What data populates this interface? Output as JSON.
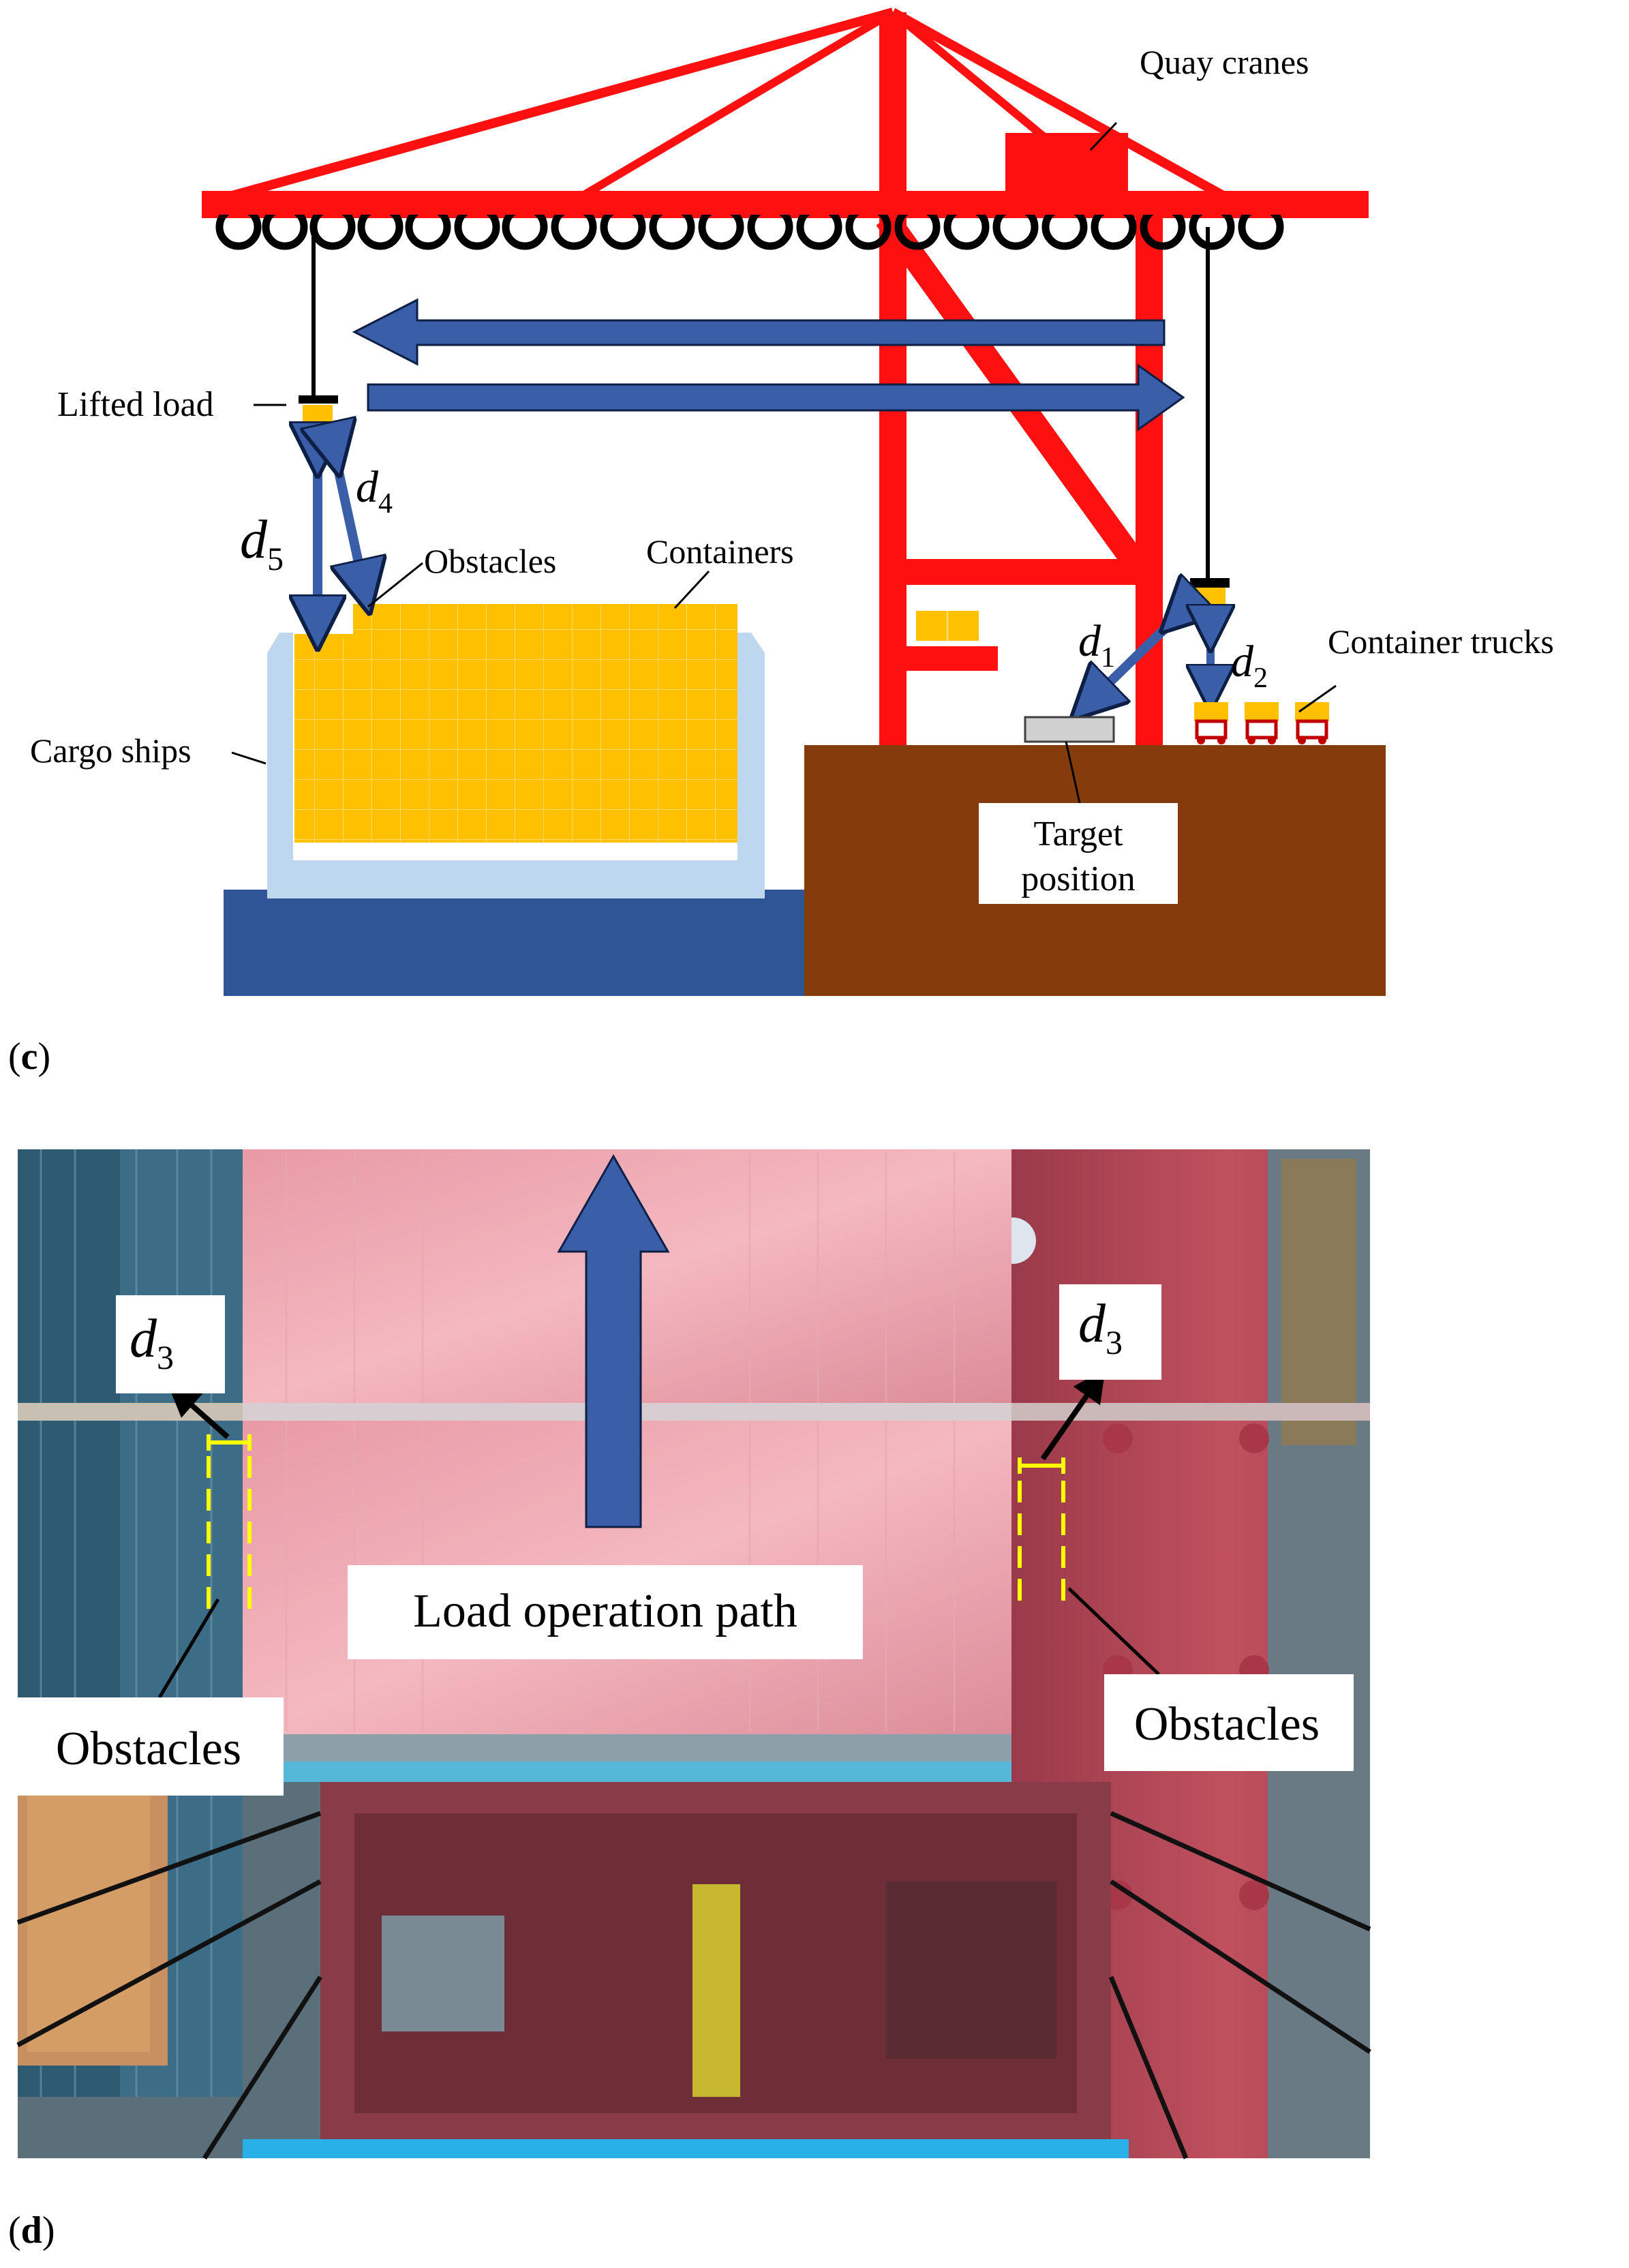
{
  "panel_c": {
    "label_open": "(",
    "label_letter": "c",
    "label_close": ")",
    "quay_cranes": "Quay cranes",
    "lifted_load": "Lifted load",
    "obstacles": "Obstacles",
    "containers": "Containers",
    "cargo_ships": "Cargo ships",
    "container_trucks": "Container trucks",
    "target_position_line1": "Target",
    "target_position_line2": "position",
    "d1": {
      "base": "d",
      "sub": "1"
    },
    "d2": {
      "base": "d",
      "sub": "2"
    },
    "d4": {
      "base": "d",
      "sub": "4"
    },
    "d5": {
      "base": "d",
      "sub": "5"
    }
  },
  "panel_d": {
    "label_open": "(",
    "label_letter": "d",
    "label_close": ")",
    "d3_left": {
      "base": "d",
      "sub": "3"
    },
    "d3_right": {
      "base": "d",
      "sub": "3"
    },
    "load_operation_path": "Load operation path",
    "obstacles_left": "Obstacles",
    "obstacles_right": "Obstacles"
  },
  "colors": {
    "crane_red": "#ff1010",
    "arrow_blue": "#3a5ea8",
    "container_yellow": "#ffc000",
    "ship_light_blue": "#bdd7ee",
    "water_blue": "#2f5597",
    "ground_brown": "#843c0c",
    "dashed_yellow": "#ffff00"
  }
}
